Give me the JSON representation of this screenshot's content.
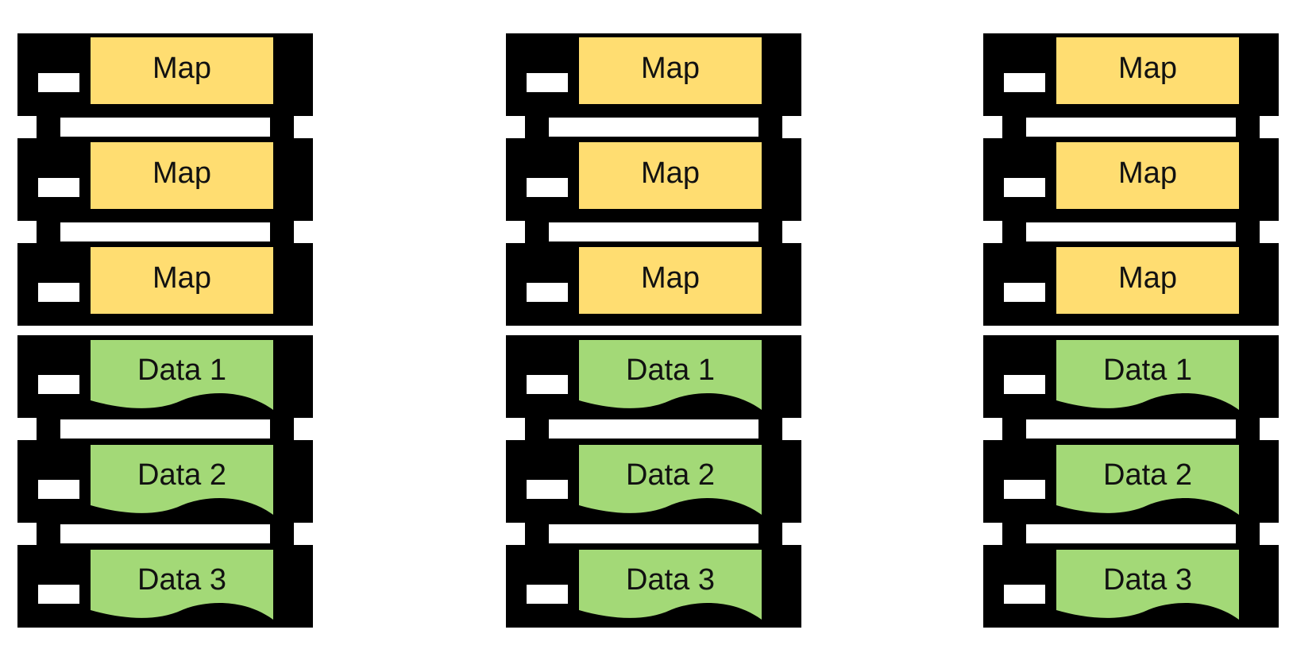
{
  "colors": {
    "server": "#000000",
    "slot": "#ffffff",
    "map_block": "#ffdd71",
    "data_block": "#a3d977",
    "text": "#111111"
  },
  "stacks": [
    {
      "map_labels": [
        "Map",
        "Map",
        "Map"
      ],
      "data_labels": [
        "Data 1",
        "Data 2",
        "Data 3"
      ]
    },
    {
      "map_labels": [
        "Map",
        "Map",
        "Map"
      ],
      "data_labels": [
        "Data 1",
        "Data 2",
        "Data 3"
      ]
    },
    {
      "map_labels": [
        "Map",
        "Map",
        "Map"
      ],
      "data_labels": [
        "Data 1",
        "Data 2",
        "Data 3"
      ]
    }
  ]
}
